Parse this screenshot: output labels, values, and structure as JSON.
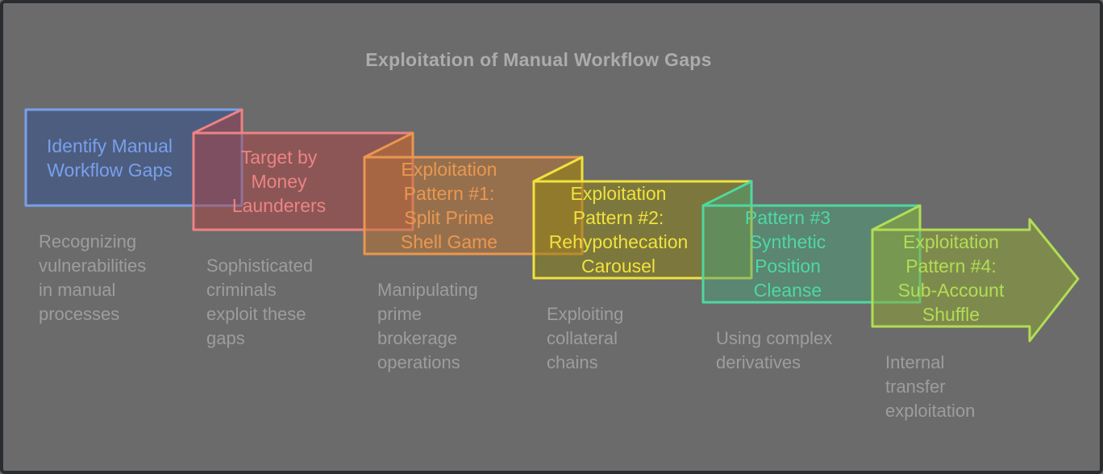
{
  "title": "Exploitation of Manual Workflow Gaps",
  "theme": {
    "background": "#6B6B6B",
    "frame_border": "#2A2D30",
    "title_color": "#ACACAC",
    "description_color": "#9D9D9D"
  },
  "steps": [
    {
      "label": "Identify Manual\nWorkflow Gaps",
      "description": "Recognizing\nvulnerabilities\nin manual\nprocesses",
      "accent": "#78A0EB",
      "fill": "rgba(47,79,149,0.5)",
      "shape": "folded-box"
    },
    {
      "label": "Target by\nMoney\nLaunderers",
      "description": "Sophisticated\ncriminals\nexploit these\ngaps",
      "accent": "#ED8383",
      "fill": "rgba(173,65,65,0.5)",
      "shape": "folded-box"
    },
    {
      "label": "Exploitation\nPattern #1:\nSplit Prime\nShell Game",
      "description": "Manipulating\nprime\nbrokerage\noperations",
      "accent": "#EA974F",
      "fill": "rgba(193,117,47,0.5)",
      "shape": "folded-box"
    },
    {
      "label": "Exploitation\nPattern #2:\nRehypothecation\nCarousel",
      "description": "Exploiting\ncollateral\nchains",
      "accent": "#F0E23C",
      "fill": "rgba(141,131,13,0.5)",
      "shape": "folded-box"
    },
    {
      "label": "Pattern #3\nSynthetic\nPosition\nCleanse",
      "description": "Using complex\nderivatives",
      "accent": "#50D7A0",
      "fill": "rgba(73,161,121,0.5)",
      "shape": "folded-box"
    },
    {
      "label": "Exploitation\nPattern #4:\nSub-Account\nShuffle",
      "description": "Internal\ntransfer\nexploitation",
      "accent": "#B2DD55",
      "fill": "rgba(145,169,47,0.5)",
      "shape": "folded-arrow"
    }
  ]
}
